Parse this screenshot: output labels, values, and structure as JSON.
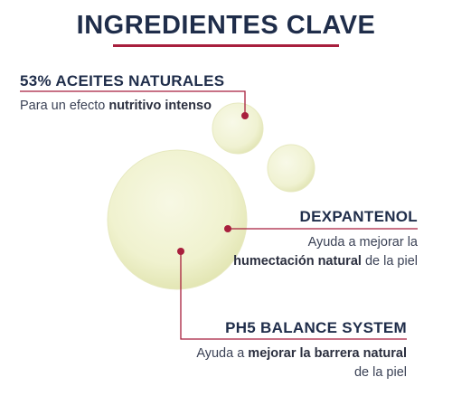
{
  "title": "INGREDIENTES CLAVE",
  "items": [
    {
      "heading": "53% ACEITES NATURALES",
      "desc_pre": "Para un efecto ",
      "desc_bold": "nutritivo intenso",
      "desc_post": ""
    },
    {
      "heading": "DEXPANTENOL",
      "desc_line1": "Ayuda a mejorar la",
      "desc_bold": "humectación natural",
      "desc_post": " de la piel"
    },
    {
      "heading": "PH5 BALANCE SYSTEM",
      "desc_pre": "Ayuda a ",
      "desc_bold": "mejorar la barrera natural",
      "desc_line2": "de la piel"
    }
  ],
  "colors": {
    "accent": "#a81f3d",
    "heading": "#1f2d4a",
    "text": "#3b4256",
    "droplet": "#f1f3d4"
  }
}
